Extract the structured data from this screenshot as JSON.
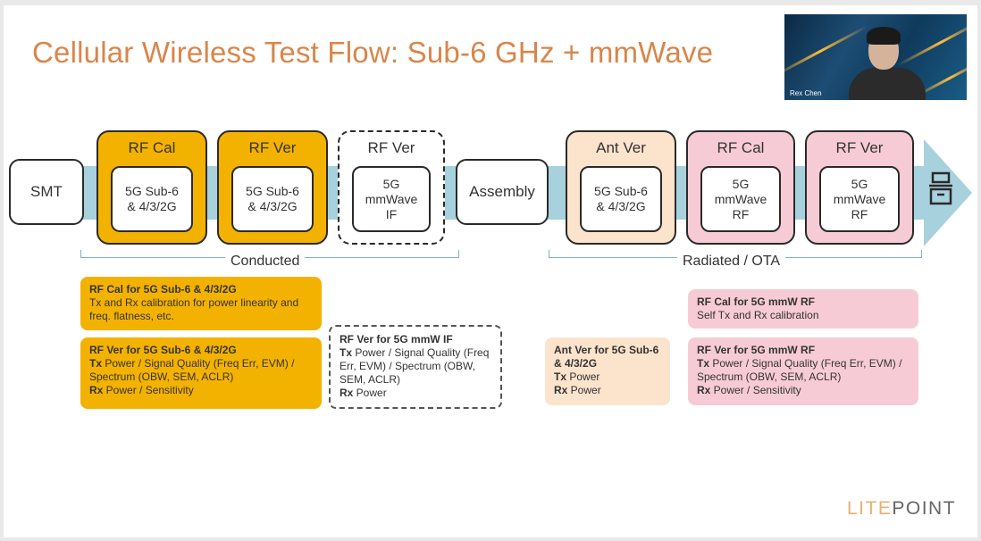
{
  "title": "Cellular Wireless Test Flow: Sub-6 GHz + mmWave",
  "video": {
    "name": "Rex Chen"
  },
  "flow": {
    "smt": "SMT",
    "assembly": "Assembly",
    "blocks": [
      {
        "header": "RF Cal",
        "inner": "5G Sub-6\n& 4/3/2G"
      },
      {
        "header": "RF Ver",
        "inner": "5G Sub-6\n& 4/3/2G"
      },
      {
        "header": "RF Ver",
        "inner": "5G\nmmWave\nIF"
      },
      {
        "header": "Ant Ver",
        "inner": "5G Sub-6\n& 4/3/2G"
      },
      {
        "header": "RF Cal",
        "inner": "5G\nmmWave\nRF"
      },
      {
        "header": "RF Ver",
        "inner": "5G\nmmWave\nRF"
      }
    ],
    "conducted_label": "Conducted",
    "radiated_label": "Radiated / OTA",
    "end_icon": "tray-icon"
  },
  "notes": {
    "rfcal_sub6": {
      "title": "RF Cal for 5G Sub-6 & 4/3/2G",
      "body": "Tx and Rx calibration for power linearity and freq. flatness, etc."
    },
    "rfver_sub6": {
      "title": "RF Ver for 5G Sub-6 & 4/3/2G",
      "tx_label": "Tx",
      "tx_text": " Power / Signal Quality (Freq Err, EVM) / Spectrum (OBW, SEM, ACLR)",
      "rx_label": "Rx",
      "rx_text": " Power / Sensitivity"
    },
    "rfver_mmw_if": {
      "title": "RF Ver for 5G mmW IF",
      "tx_label": "Tx",
      "tx_text": " Power / Signal Quality (Freq Err, EVM) / Spectrum (OBW, SEM, ACLR)",
      "rx_label": "Rx",
      "rx_text": " Power"
    },
    "antver": {
      "title": "Ant Ver for 5G Sub-6 & 4/3/2G",
      "tx_label": "Tx",
      "tx_text": " Power",
      "rx_label": "Rx",
      "rx_text": " Power"
    },
    "rfcal_mmw": {
      "title": "RF Cal for 5G mmW RF",
      "body": "Self Tx and Rx calibration"
    },
    "rfver_mmw_rf": {
      "title": "RF Ver for 5G mmW RF",
      "tx_label": "Tx",
      "tx_text": " Power / Signal Quality (Freq Err, EVM) / Spectrum (OBW, SEM, ACLR)",
      "rx_label": "Rx",
      "rx_text": " Power / Sensitivity"
    }
  },
  "logo": {
    "part1": "LITE",
    "part2": "POINT"
  },
  "colors": {
    "gold": "#f4b200",
    "peach": "#fbe3cc",
    "pink": "#f7cbd5",
    "band": "#a8d1de",
    "title": "#d9864a"
  }
}
